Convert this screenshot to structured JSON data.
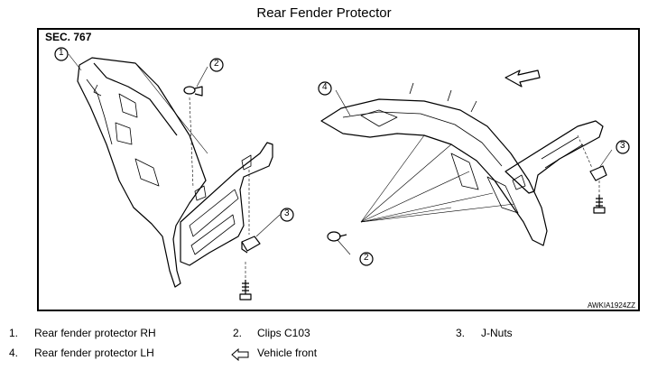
{
  "title": "Rear Fender Protector",
  "section": "SEC. 767",
  "image_code": "AWKIA1924ZZ",
  "callouts": [
    "1",
    "2",
    "3",
    "4",
    "2",
    "3"
  ],
  "legend": [
    {
      "num": "1.",
      "text": "Rear fender protector RH"
    },
    {
      "num": "2.",
      "text": "Clips C103"
    },
    {
      "num": "3.",
      "text": "J-Nuts"
    },
    {
      "num": "4.",
      "text": "Rear fender protector LH"
    },
    {
      "num": "",
      "text": "Vehicle front",
      "icon": "arrow-left-icon"
    }
  ]
}
